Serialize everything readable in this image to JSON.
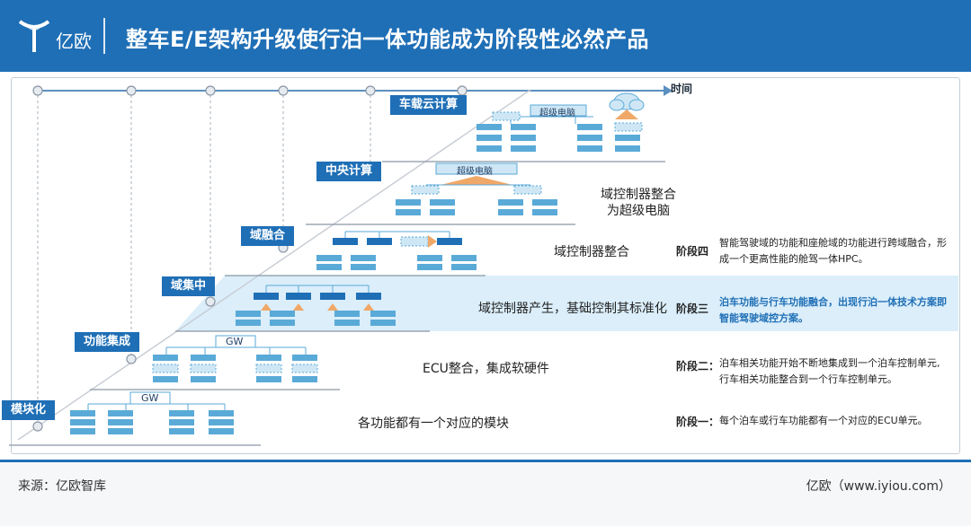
{
  "header": {
    "brand": "亿欧",
    "title": "整车E/E架构升级使行泊一体功能成为阶段性必然产品"
  },
  "diagram": {
    "time_axis_label": "时间",
    "levels": [
      {
        "name": "模块化"
      },
      {
        "name": "功能集成"
      },
      {
        "name": "域集中"
      },
      {
        "name": "域融合"
      },
      {
        "name": "中央计算"
      },
      {
        "name": "车载云计算"
      }
    ],
    "gw_label": "GW",
    "super_computer_label": "超级电脑",
    "level_descriptions": [
      "各功能都有一个对应的模块",
      "ECU整合，集成软硬件",
      "域控制器产生，基础控制其标准化",
      "域控制器整合",
      "域控制器整合\n为超级电脑"
    ],
    "stages": [
      {
        "label": "阶段一：",
        "text": "每个泊车或行车功能都有一个对应的ECU单元。"
      },
      {
        "label": "阶段二：",
        "text": "泊车相关功能开始不断地集成到一个泊车控制单元,\n行车相关功能整合到一个行车控制单元。"
      },
      {
        "label": "阶段三",
        "text": "泊车功能与行车功能融合，出现行泊一体技术方案即\n智能驾驶域控方案。"
      },
      {
        "label": "阶段四",
        "text": "智能驾驶域的功能和座舱域的功能进行跨域融合，形\n成一个更高性能的舱驾一体HPC。"
      }
    ],
    "colors": {
      "primary": "#1f6fb6",
      "module": "#5aaad8",
      "module_light": "#cfe7f5",
      "highlight": "#dbeefa",
      "arrow": "#f0a868"
    }
  },
  "footer": {
    "source": "来源：亿欧智库",
    "site": "亿欧（www.iyiou.com）"
  }
}
